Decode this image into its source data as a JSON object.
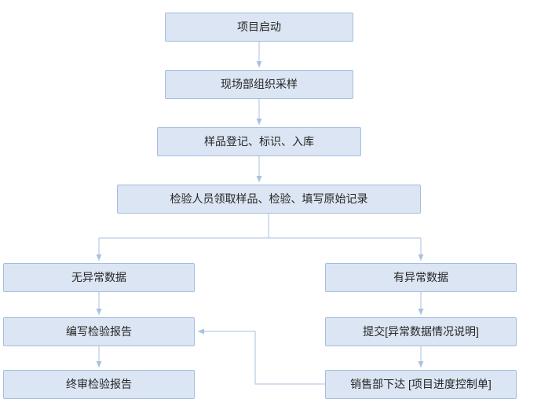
{
  "diagram": {
    "type": "flowchart",
    "colors": {
      "node_fill": "#dbe5f3",
      "node_border": "#a3bedf",
      "connector": "#a8c2de",
      "text": "#262626",
      "background": "#ffffff"
    },
    "nodes": [
      {
        "id": "project-start",
        "label": "项目启动"
      },
      {
        "id": "field-sampling",
        "label": "现场部组织采样"
      },
      {
        "id": "sample-registration",
        "label": "样品登记、标识、入库"
      },
      {
        "id": "inspection-record",
        "label": "检验人员领取样品、检验、填写原始记录"
      },
      {
        "id": "no-abnormal-data",
        "label": "无异常数据"
      },
      {
        "id": "abnormal-data",
        "label": "有异常数据"
      },
      {
        "id": "write-report",
        "label": "编写检验报告"
      },
      {
        "id": "final-review-report",
        "label": "终审检验报告"
      },
      {
        "id": "submit-abnormal-explanation",
        "label": "提交[异常数据情况说明]"
      },
      {
        "id": "sales-progress-control",
        "label": "销售部下达 [项目进度控制单]"
      }
    ],
    "edges": [
      {
        "from": "project-start",
        "to": "field-sampling"
      },
      {
        "from": "field-sampling",
        "to": "sample-registration"
      },
      {
        "from": "sample-registration",
        "to": "inspection-record"
      },
      {
        "from": "inspection-record",
        "to": "no-abnormal-data"
      },
      {
        "from": "inspection-record",
        "to": "abnormal-data"
      },
      {
        "from": "no-abnormal-data",
        "to": "write-report"
      },
      {
        "from": "write-report",
        "to": "final-review-report"
      },
      {
        "from": "abnormal-data",
        "to": "submit-abnormal-explanation"
      },
      {
        "from": "submit-abnormal-explanation",
        "to": "sales-progress-control"
      },
      {
        "from": "sales-progress-control",
        "to": "write-report"
      }
    ]
  }
}
